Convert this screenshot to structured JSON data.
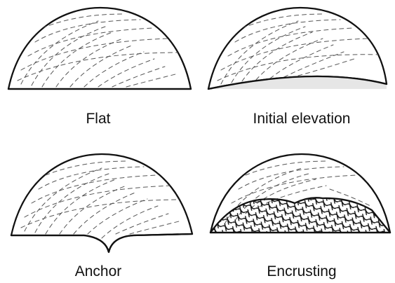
{
  "panels": [
    {
      "label": "Flat"
    },
    {
      "label": "Initial elevation"
    },
    {
      "label": "Anchor"
    },
    {
      "label": "Encrusting"
    }
  ],
  "colors": {
    "outline": "#111111",
    "hatch": "#555555",
    "background": "#ffffff"
  }
}
